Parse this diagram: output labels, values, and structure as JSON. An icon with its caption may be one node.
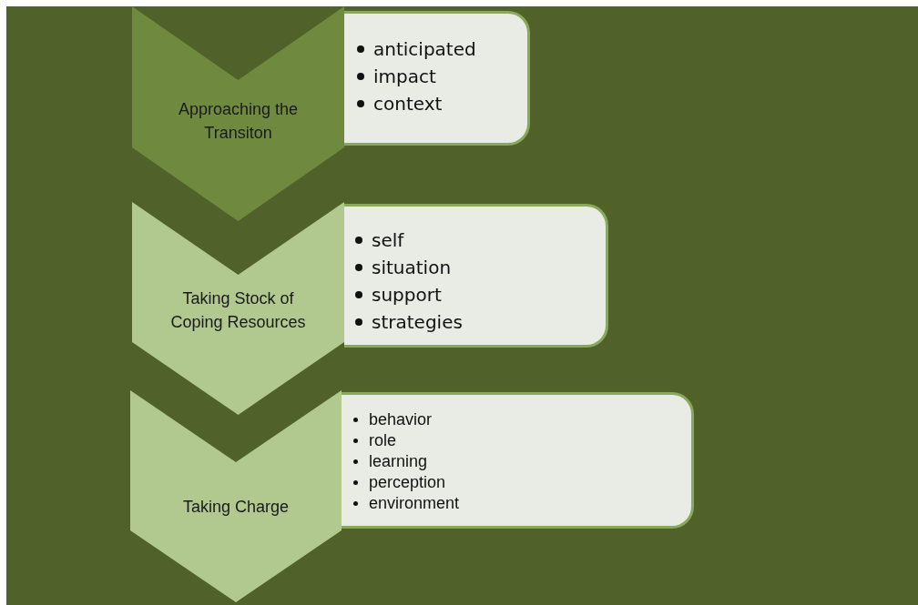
{
  "diagram": {
    "nodes": [
      {
        "text": [
          "Approaching the Transiton"
        ]
      },
      {
        "text": [
          "anticipated",
          "impact",
          "context"
        ]
      },
      {
        "text": [
          "Taking Stock of Coping Resources"
        ]
      },
      {
        "text": [
          "self",
          "situation",
          "support",
          "strategies"
        ]
      },
      {
        "text": [
          "Taking Charge"
        ]
      },
      {
        "text": [
          "behavior",
          "role",
          "learning",
          "perception",
          "environment"
        ]
      }
    ]
  }
}
